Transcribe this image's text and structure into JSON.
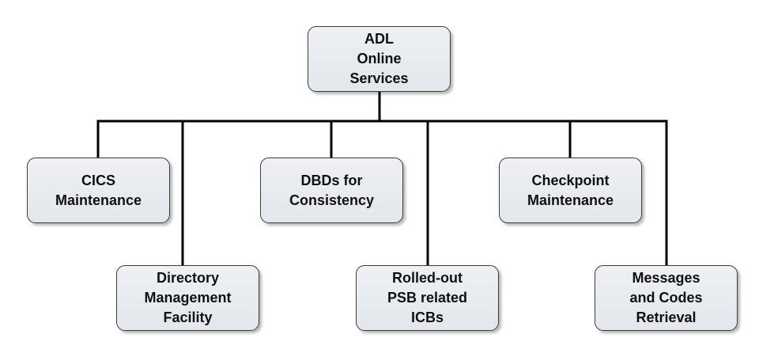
{
  "root": {
    "lines": [
      "ADL",
      "Online",
      "Services"
    ]
  },
  "children": [
    {
      "lines": [
        "CICS",
        "Maintenance"
      ]
    },
    {
      "lines": [
        "Directory",
        "Management",
        "Facility"
      ]
    },
    {
      "lines": [
        "DBDs for",
        "Consistency"
      ]
    },
    {
      "lines": [
        "Rolled-out",
        "PSB related",
        "ICBs"
      ]
    },
    {
      "lines": [
        "Checkpoint",
        "Maintenance"
      ]
    },
    {
      "lines": [
        "Messages",
        "and Codes",
        "Retrieval"
      ]
    }
  ]
}
